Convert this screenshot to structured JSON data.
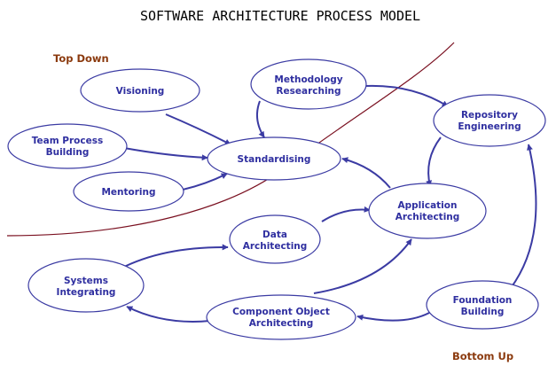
{
  "title": "SOFTWARE ARCHITECTURE PROCESS MODEL",
  "colors": {
    "node_text": "#2f2fa0",
    "edge": "#3b3ba3",
    "corner_text": "#8b3a0e",
    "divider": "#7a1020"
  },
  "corners": {
    "top": "Top Down",
    "bottom": "Bottom Up"
  },
  "nodes": {
    "visioning": [
      "Visioning"
    ],
    "methodology": [
      "Methodology",
      "Researching"
    ],
    "repository": [
      "Repository",
      "Engineering"
    ],
    "team": [
      "Team Process",
      "Building"
    ],
    "standardising": [
      "Standardising"
    ],
    "mentoring": [
      "Mentoring"
    ],
    "application": [
      "Application",
      "Architecting"
    ],
    "data": [
      "Data",
      "Architecting"
    ],
    "systems": [
      "Systems",
      "Integrating"
    ],
    "foundation": [
      "Foundation",
      "Building"
    ],
    "component": [
      "Component Object",
      "Architecting"
    ]
  },
  "edges": [
    {
      "from": "Visioning",
      "to": "Standardising"
    },
    {
      "from": "Team Process Building",
      "to": "Standardising"
    },
    {
      "from": "Mentoring",
      "to": "Standardising"
    },
    {
      "from": "Methodology Researching",
      "to": "Standardising"
    },
    {
      "from": "Methodology Researching",
      "to": "Repository Engineering"
    },
    {
      "from": "Repository Engineering",
      "to": "Application Architecting"
    },
    {
      "from": "Application Architecting",
      "to": "Standardising"
    },
    {
      "from": "Data Architecting",
      "to": "Application Architecting"
    },
    {
      "from": "Systems Integrating",
      "to": "Data Architecting"
    },
    {
      "from": "Component Object Architecting",
      "to": "Application Architecting"
    },
    {
      "from": "Component Object Architecting",
      "to": "Systems Integrating"
    },
    {
      "from": "Foundation Building",
      "to": "Component Object Architecting"
    },
    {
      "from": "Foundation Building",
      "to": "Repository Engineering"
    }
  ]
}
